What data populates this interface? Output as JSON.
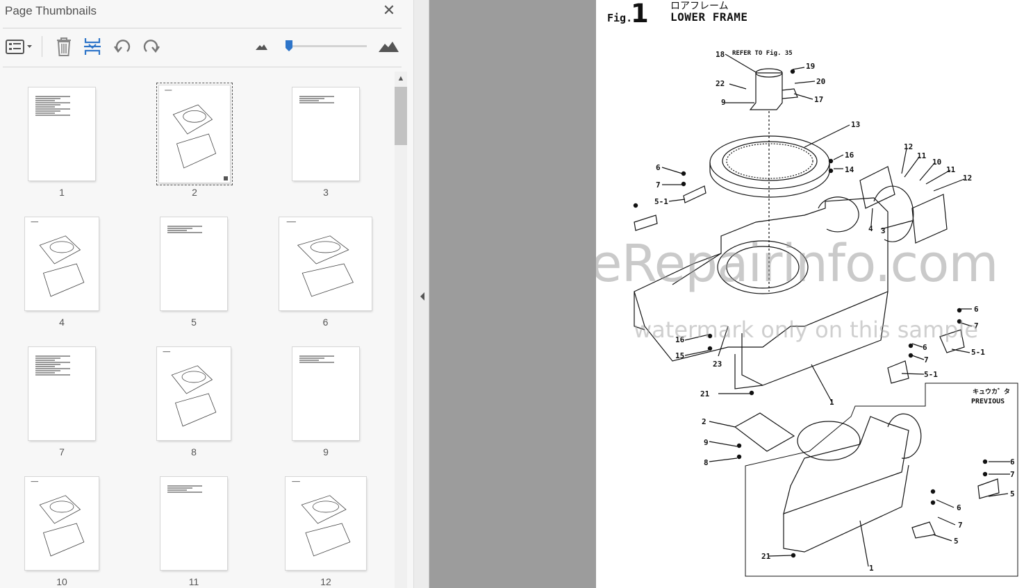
{
  "panel": {
    "title": "Page Thumbnails",
    "close_glyph": "✕",
    "toolbar": {
      "options_icon": "thumbnail-options-icon",
      "delete_icon": "trash-icon",
      "insert_icon": "insert-pages-icon",
      "rotate_ccw_icon": "rotate-counterclockwise-icon",
      "rotate_cw_icon": "rotate-clockwise-icon",
      "zoom_out_icon": "mountains-small-icon",
      "zoom_in_icon": "mountains-large-icon",
      "zoom_level": 0.05
    },
    "pages": [
      {
        "label": "1",
        "kind": "text"
      },
      {
        "label": "2",
        "kind": "diagram",
        "selected": true
      },
      {
        "label": "3",
        "kind": "text"
      },
      {
        "label": "4",
        "kind": "diagram"
      },
      {
        "label": "5",
        "kind": "text"
      },
      {
        "label": "6",
        "kind": "diagram"
      },
      {
        "label": "7",
        "kind": "text"
      },
      {
        "label": "8",
        "kind": "diagram"
      },
      {
        "label": "9",
        "kind": "text"
      },
      {
        "label": "10",
        "kind": "diagram"
      },
      {
        "label": "11",
        "kind": "text"
      },
      {
        "label": "12",
        "kind": "diagram"
      }
    ],
    "scroll_up_glyph": "▲",
    "collapse_glyph": "◀"
  },
  "document": {
    "fig_label": "Fig.",
    "fig_number": "1",
    "title_jp": "ロアフレーム",
    "title_en": "LOWER FRAME",
    "refer_note": "REFER TO Fig. 35",
    "inset_label_jp": "キュウカ゛タ",
    "inset_label_en": "PREVIOUS",
    "callouts": [
      "18",
      "19",
      "20",
      "22",
      "9",
      "17",
      "13",
      "16",
      "14",
      "12",
      "11",
      "10",
      "11",
      "12",
      "6",
      "7",
      "5-1",
      "4",
      "3",
      "6",
      "7",
      "16",
      "15",
      "23",
      "6",
      "7",
      "5-1",
      "5-1",
      "21",
      "1",
      "2",
      "9",
      "8",
      "6",
      "7",
      "5",
      "6",
      "7",
      "5",
      "21",
      "1"
    ],
    "watermark_main": "eRepairinfo.com",
    "watermark_sub": "watermark only on this sample"
  },
  "colors": {
    "accent": "#2e75c9",
    "panel_bg": "#f7f7f7",
    "gray_area": "#9c9c9c"
  }
}
